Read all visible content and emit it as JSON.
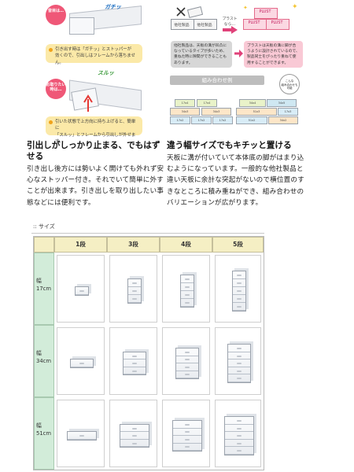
{
  "illustrations": {
    "left_top": {
      "badge": "音目は…",
      "sound": "ガチッ",
      "note": [
        "引き出す時は「ガチッ」とストッパーが",
        "効くので、引出しはフレームから落ちません。"
      ]
    },
    "left_bottom": {
      "badge": "お取りたい時は…",
      "sound": "スルッ",
      "note": [
        "引いた状態で上方向に持ち上げると、簡単に",
        "「スルッ」とフレームから引出しが外せます。"
      ]
    },
    "right_top": {
      "other_label": "他社製品",
      "arrow_label": "プラスト\nなら…",
      "plust_label": "PLUST",
      "gray_note": "他社製品は、天板の溝が凹凸になっているタイプが多いため、重ねた時に隙間ができることもあります。",
      "pink_note": "プラストは天板の溝に脚が合うように設計されているので、製品同士をぴったり重ねて使用することができます。"
    },
    "combo": {
      "banner": "組み合わせ例",
      "bubble": "こんな\n組み合わせも\n可能",
      "labels": [
        "34x5",
        "17x4",
        "34x4",
        "51x3",
        "34x3",
        "17x3",
        "51x2",
        "34x2",
        "17x2"
      ]
    }
  },
  "features": [
    {
      "heading": "引出しがしっかり止まる、でもはずせる",
      "body": "引き出し後方には勢いよく開けても外れず安心なストッパー付き。それでいて簡単に外すことが出来ます。引き出しを取り出したい事態などには便利です。"
    },
    {
      "heading": "違う幅サイズでもキチッと置ける",
      "body": "天板に溝が付いていて本体底の脚がはまり込むようになっています。一般的な他社製品と違い天板に余計な突起がないので横位置のすきなところに積み重ねができ、組み合わせのバリエーションが広がります。"
    }
  ],
  "size_section": {
    "title": ":: サイズ",
    "columns": [
      "1段",
      "3段",
      "4段",
      "5段"
    ],
    "rows": [
      {
        "label": "幅\n17cm",
        "tiers": [
          1,
          3,
          4,
          5
        ]
      },
      {
        "label": "幅\n34cm",
        "tiers": [
          1,
          3,
          4,
          5
        ]
      },
      {
        "label": "幅\n51cm",
        "tiers": [
          1,
          3,
          4,
          5
        ]
      }
    ]
  }
}
